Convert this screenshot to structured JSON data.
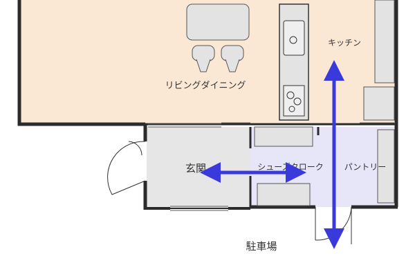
{
  "rooms": {
    "living_dining": "リビングダイニング",
    "kitchen": "キッチン",
    "entrance": "玄関",
    "shoe_closet": "シューズクローク",
    "pantry": "パントリー",
    "parking": "駐車場"
  },
  "colors": {
    "living_floor": "#fbe8d4",
    "entrance_floor": "#e6e6e6",
    "shoe_pantry_floor": "#e6e6f8",
    "wall": "#2b2b2b",
    "arrow": "#3a3adc",
    "furniture": "#e3e3e3"
  },
  "arrows": [
    {
      "name": "entrance-shoe-flow",
      "direction": "horizontal-bidirectional"
    },
    {
      "name": "kitchen-parking-flow",
      "direction": "vertical-bidirectional"
    }
  ]
}
